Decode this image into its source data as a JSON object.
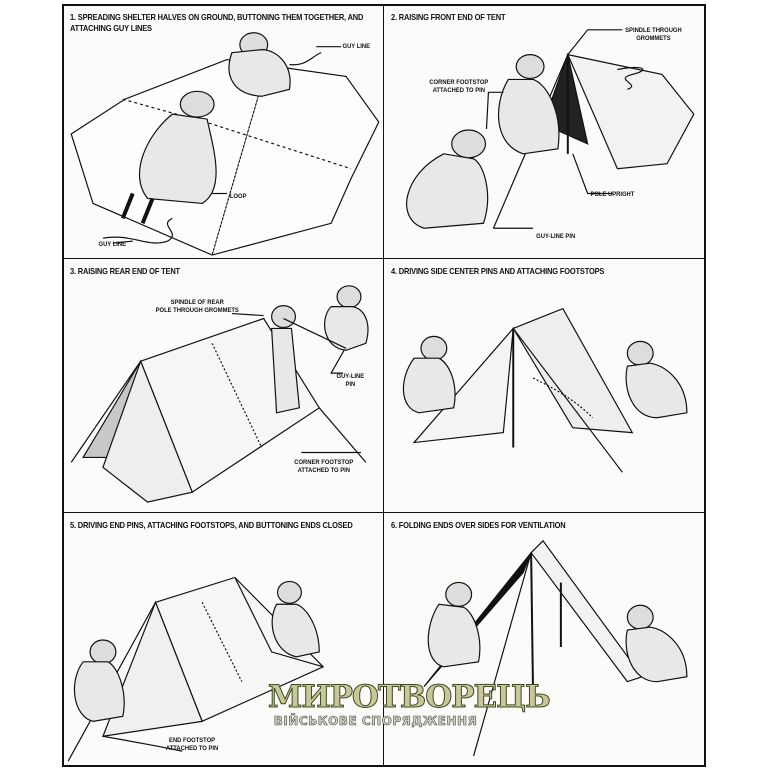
{
  "panels": [
    {
      "title": "1. SPREADING SHELTER HALVES ON GROUND, BUTTONING THEM TOGETHER, AND\n    ATTACHING GUY LINES",
      "labels": [
        "GUY LINE",
        "LOOP",
        "GUY LINE"
      ]
    },
    {
      "title": "2. RAISING FRONT END OF TENT",
      "labels": [
        "SPINDLE THROUGH\nGROMMETS",
        "CORNER FOOTSTOP\nATTACHED TO PIN",
        "POLE UPRIGHT",
        "GUY-LINE PIN"
      ]
    },
    {
      "title": "3. RAISING REAR END OF TENT",
      "labels": [
        "SPINDLE OF REAR\nPOLE THROUGH GROMMETS",
        "GUY-LINE\nPIN",
        "CORNER FOOTSTOP\nATTACHED TO PIN"
      ]
    },
    {
      "title": "4. DRIVING SIDE CENTER PINS AND ATTACHING FOOTSTOPS",
      "labels": []
    },
    {
      "title": "5. DRIVING END PINS, ATTACHING FOOTSTOPS, AND BUTTONING ENDS CLOSED",
      "labels": [
        "END FOOTSTOP\nATTACHED TO PIN"
      ]
    },
    {
      "title": "6. FOLDING ENDS OVER SIDES FOR VENTILATION",
      "labels": []
    }
  ],
  "watermark": {
    "name": "МИРОТВОРЕЦЬ",
    "tagline": "ВІЙСЬКОВЕ СПОРЯДЖЕННЯ"
  }
}
